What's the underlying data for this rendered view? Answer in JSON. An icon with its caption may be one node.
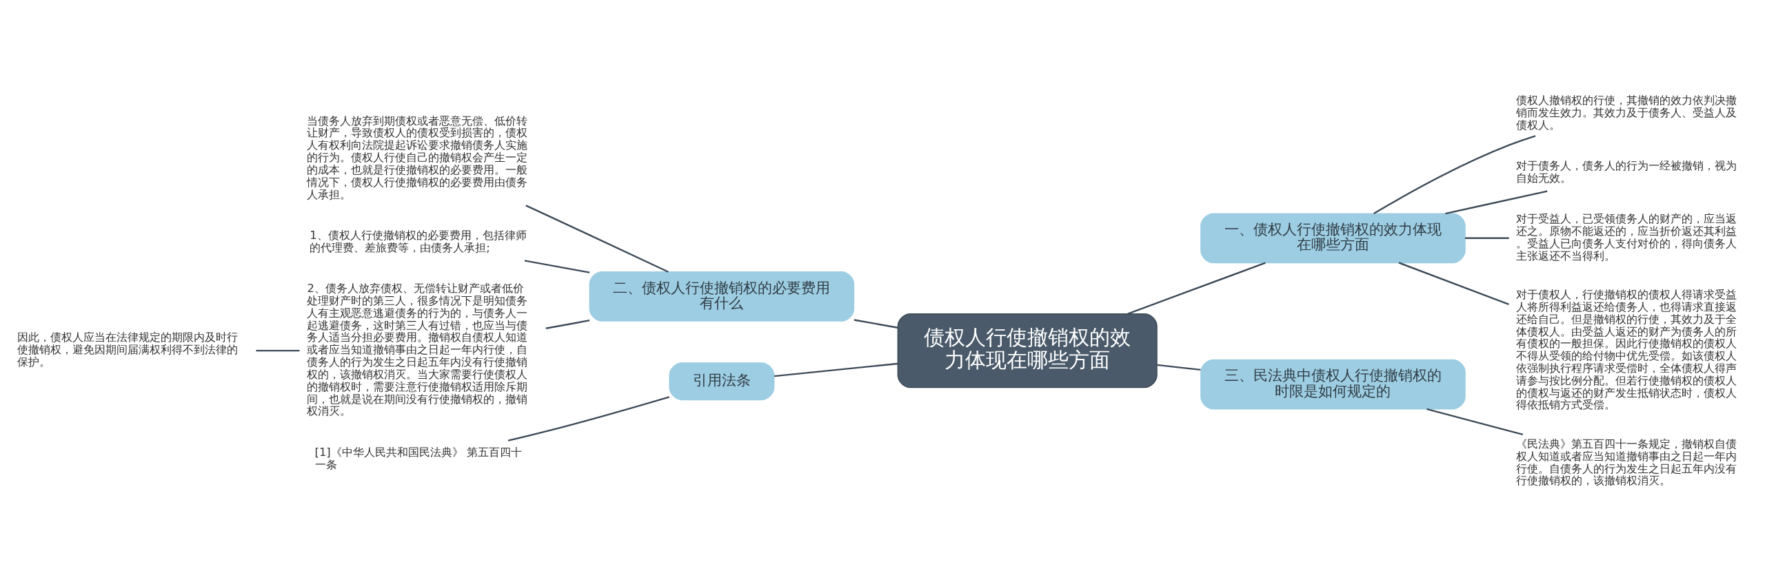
{
  "diagram": {
    "nodes": [
      {
        "text": [
          "债权人行使撤销权的效力体现在哪些方面"
        ]
      },
      {
        "text": [
          "一、债权人行使撤销权的效力体现在哪些方面"
        ]
      },
      {
        "text": [
          "债权人撤销权的行使，其撤销的效力依判决撤销而发生效力。其效力及于债务人、受益人及债权人。"
        ]
      },
      {
        "text": [
          "对于债务人，债务人的行为一经被撤销，视为自始无效。"
        ]
      },
      {
        "text": [
          "对于受益人，已受领债务人的财产的，应当返还之。原物不能返还的，应当折价返还其利益。受益人已向债务人支付对价的，得向债务人主张返还不当得利。"
        ]
      },
      {
        "text": [
          "对于债权人，行使撤销权的债权人得请求受益人将所得利益返还给债务人，也得请求直接返还给自己。但是撤销权的行使，其效力及于全体债权人。由受益人返还的财产为债务人的所有债权的一般担保。因此行使撤销权的债权人不得从受领的给付物中优先受偿。如该债权人依强制执行程序请求受偿时，全体债权人得声请参与按比例分配。但若行使撤销权的债权人的债权与返还的财产发生抵销状态时，债权人得依抵销方式受偿。"
        ]
      },
      {
        "text": [
          "三、民法典中债权人行使撤销权的时限是如何规定的"
        ]
      },
      {
        "text": [
          "《民法典》第五百四十一条规定，撤销权自债权人知道或者应当知道撤销事由之日起一年内行使。自债务人的行为发生之日起五年内没有行使撤销权的，该撤销权消灭。"
        ]
      },
      {
        "text": [
          "二、债权人行使撤销权的必要费用有什么"
        ]
      },
      {
        "text": [
          "当债务人放弃到期债权或者恶意无偿、低价转让财产，导致债权人的债权受到损害的，债权人有权利向法院提起诉讼要求撤销债务人实施的行为。债权人行使自己的撤销权会产生一定的成本，也就是行使撤销权的必要费用。一般情况下，债权人行使撤销权的必要费用由债务人承担。"
        ]
      },
      {
        "text": [
          "1、债权人行使撤销权的必要费用，包括律师的代理费、差旅费等，由债务人承担;"
        ]
      },
      {
        "text": [
          "2、债务人放弃债权、无偿转让财产或者低价处理财产时的第三人，很多情况下是明知债务人有主观恶意逃避债务的行为的，与债务人一起逃避债务，这时第三人有过错，也应当与债务人适当分担必要费用。撤销权自债权人知道或者应当知道撤销事由之日起一年内行使，自债务人的行为发生之日起五年内没有行使撤销权的，该撤销权消灭。当大家需要行使债权人的撤销权时，需要注意行使撤销权适用除斥期间，也就是说在期间没有行使撤销权的，撤销权消灭。"
        ]
      },
      {
        "text": [
          "因此，债权人应当在法律规定的期限内及时行使撤销权，避免因期间届满权利得不到法律的保护。"
        ]
      },
      {
        "text": [
          "引用法条"
        ]
      },
      {
        "text": [
          "[1]《中华人民共和国民法典》 第五百四十一条"
        ]
      }
    ],
    "edges": [
      {
        "from": 0,
        "to": 1,
        "arrow": "none"
      },
      {
        "from": 1,
        "to": 2,
        "arrow": "none"
      },
      {
        "from": 1,
        "to": 3,
        "arrow": "none"
      },
      {
        "from": 1,
        "to": 4,
        "arrow": "none"
      },
      {
        "from": 1,
        "to": 5,
        "arrow": "none"
      },
      {
        "from": 0,
        "to": 6,
        "arrow": "none"
      },
      {
        "from": 6,
        "to": 7,
        "arrow": "none"
      },
      {
        "from": 0,
        "to": 8,
        "arrow": "none"
      },
      {
        "from": 8,
        "to": 9,
        "arrow": "none"
      },
      {
        "from": 8,
        "to": 10,
        "arrow": "none"
      },
      {
        "from": 8,
        "to": 11,
        "arrow": "none"
      },
      {
        "from": 11,
        "to": 12,
        "arrow": "none"
      },
      {
        "from": 0,
        "to": 13,
        "arrow": "none"
      },
      {
        "from": 13,
        "to": 14,
        "arrow": "none"
      }
    ]
  }
}
